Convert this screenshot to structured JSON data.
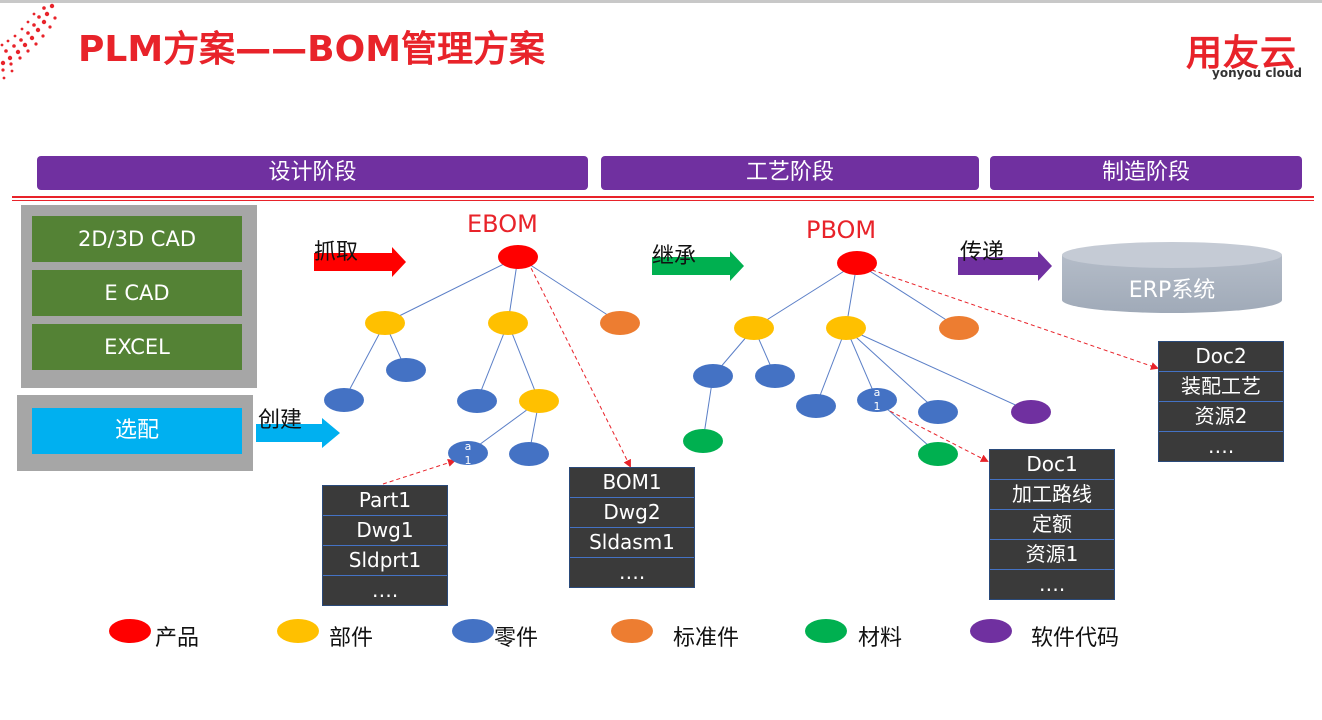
{
  "title": "PLM方案——BOM管理方案",
  "logo": {
    "main": "用友云",
    "sub": "yonyou cloud"
  },
  "phases": [
    "设计阶段",
    "工艺阶段",
    "制造阶段"
  ],
  "sources": [
    "2D/3D CAD",
    "E CAD",
    "EXCEL"
  ],
  "option": "选配",
  "actions": {
    "grab": "抓取",
    "create": "创建",
    "inherit": "继承",
    "deliver": "传递"
  },
  "bom": {
    "ebom": "EBOM",
    "pbom": "PBOM"
  },
  "erp": "ERP系统",
  "node_labels": {
    "a": "a",
    "one": "1"
  },
  "docs": {
    "part": [
      "Part1",
      "Dwg1",
      "Sldprt1",
      "…."
    ],
    "bom": [
      "BOM1",
      "Dwg2",
      "Sldasm1",
      "…."
    ],
    "doc1": [
      "Doc1",
      "加工路线",
      "定额",
      "资源1",
      "…."
    ],
    "doc2": [
      "Doc2",
      "装配工艺",
      "资源2",
      "…."
    ]
  },
  "legend": [
    "产品",
    "部件",
    "零件",
    "标准件",
    "材料",
    "软件代码"
  ],
  "colors": {
    "product": "#ff0000",
    "component": "#ffc000",
    "part": "#4472c4",
    "standard": "#ed7d31",
    "material": "#00b050",
    "software": "#7030a0",
    "phase_bar": "#7030a0",
    "title": "#e8232a"
  }
}
